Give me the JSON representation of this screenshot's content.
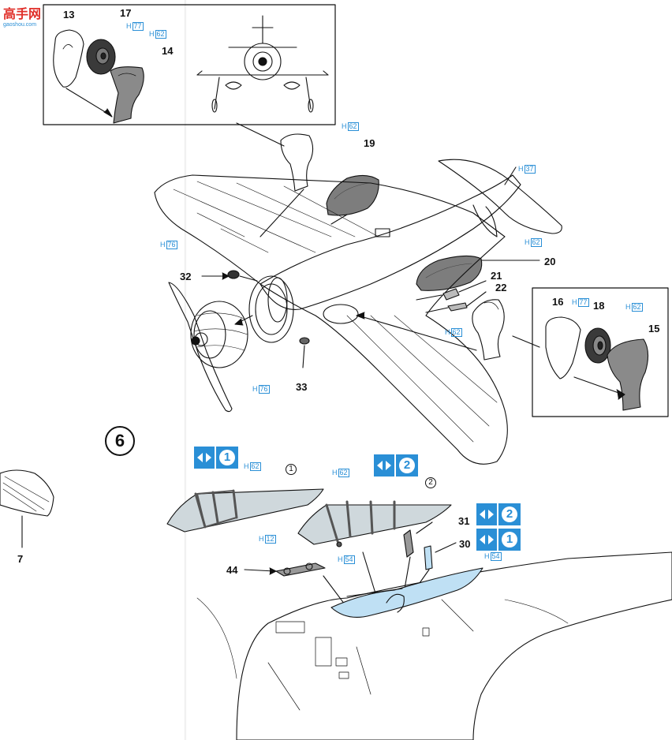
{
  "logo": {
    "mark": "高手网",
    "site": "gaoshou.com"
  },
  "step": {
    "number": "6"
  },
  "part_numbers": {
    "p13": "13",
    "p17": "17",
    "p14": "14",
    "p19": "19",
    "p20": "20",
    "p21": "21",
    "p22": "22",
    "p32": "32",
    "p33": "33",
    "p16": "16",
    "p18": "18",
    "p15": "15",
    "p7": "7",
    "p31": "31",
    "p30": "30",
    "p44": "44"
  },
  "color_refs": {
    "h77a": {
      "prefix": "H",
      "code": "77"
    },
    "h62a": {
      "prefix": "H",
      "code": "62"
    },
    "h62b": {
      "prefix": "H",
      "code": "62"
    },
    "h37": {
      "prefix": "H",
      "code": "37"
    },
    "h62c": {
      "prefix": "H",
      "code": "62"
    },
    "h76a": {
      "prefix": "H",
      "code": "76"
    },
    "h62d": {
      "prefix": "H",
      "code": "62"
    },
    "h76b": {
      "prefix": "H",
      "code": "76"
    },
    "h77b": {
      "prefix": "H",
      "code": "77"
    },
    "h62e": {
      "prefix": "H",
      "code": "62"
    },
    "h62f": {
      "prefix": "H",
      "code": "62"
    },
    "h62g": {
      "prefix": "H",
      "code": "62"
    },
    "h12": {
      "prefix": "H",
      "code": "12"
    },
    "h54a": {
      "prefix": "H",
      "code": "54"
    },
    "h54b": {
      "prefix": "H",
      "code": "54"
    }
  },
  "options": {
    "opt1a": "1",
    "opt2a": "2",
    "opt2b": "2",
    "opt1b": "1"
  },
  "variants": {
    "v1": "1",
    "v2": "2"
  },
  "colors": {
    "accent": "#2a8fd6",
    "gray_part": "#8a8a8a",
    "canopy_fill": "#cfd8dc",
    "seat_blue": "#bfe0f4"
  }
}
